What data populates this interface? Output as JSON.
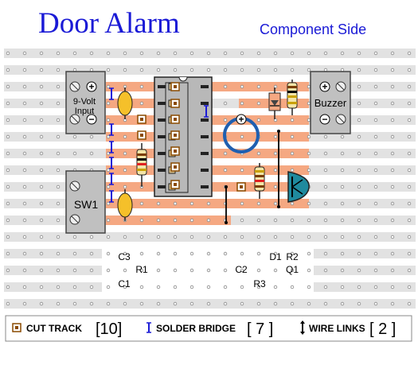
{
  "title": "Door Alarm",
  "subtitle": "Component Side",
  "terminals": {
    "power_label_1": "9-Volt",
    "power_label_2": "Input",
    "switch_label": "SW1",
    "buzzer_label": "Buzzer",
    "plus": "+",
    "minus": "−"
  },
  "component_labels": [
    "C3",
    "C1",
    "R1",
    "C2",
    "R3",
    "D1",
    "Q1",
    "R2"
  ],
  "legend": {
    "cut_track_label": "CUT TRACK",
    "cut_track_count": "[10]",
    "solder_bridge_label": "SOLDER BRIDGE",
    "solder_bridge_count": "[ 7 ]",
    "wire_links_label": "WIRE LINKS",
    "wire_links_count": "[ 2 ]"
  },
  "colors": {
    "title": "#1a1ad6",
    "copper_track": "#f5a882",
    "track_stripe": "#d9d9d9",
    "terminal_block": "#c0c0c0",
    "capacitor_yellow": "#f5c02a",
    "electrolytic_blue": "#1f5fb0",
    "ic_grey": "#b8b8b8",
    "cut_marker": "#8a4a00"
  }
}
